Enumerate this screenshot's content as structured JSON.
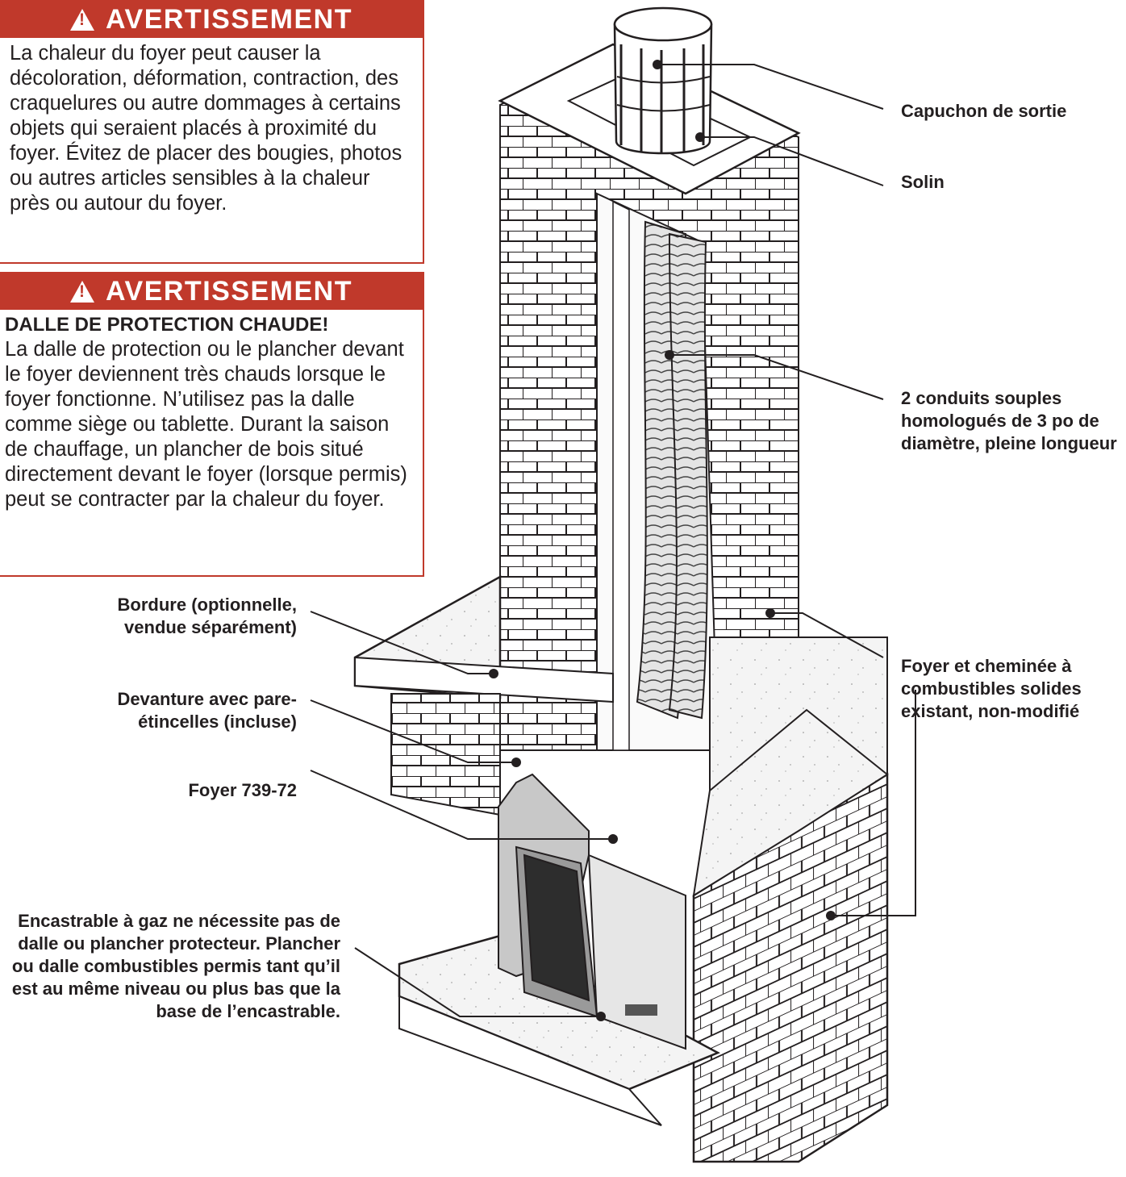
{
  "warning1": {
    "title": "AVERTISSEMENT",
    "icon": "warning-triangle-icon",
    "text": "La chaleur du foyer peut causer la décoloration, déformation, contraction, des craquelures ou autre dommages à certains objets qui seraient placés à proximité du foyer. Évitez de placer des bougies, photos ou autres articles sensibles à la chaleur près ou autour du foyer."
  },
  "warning2": {
    "title": "AVERTISSEMENT",
    "icon": "warning-triangle-icon",
    "subtitle": "DALLE DE PROTECTION CHAUDE!",
    "text": "La dalle de protection ou le plancher devant le foyer deviennent très chauds lorsque le foyer fonctionne. N’utilisez pas la dalle comme siège ou tablette. Durant la saison de chauffage, un plancher de bois situé directement devant le foyer (lorsque permis) peut se contracter par la chaleur du foyer."
  },
  "labels": {
    "cap": "Capuchon de sortie",
    "flashing": "Solin",
    "liners": "2 conduits souples homologués de 3 po de diamètre, pleine longueur",
    "chimney": "Foyer et cheminée à combustibles solides existant, non-modifié",
    "trim": "Bordure (optionnelle, vendue séparément)",
    "front": "Devanture avec pare-étincelles (incluse)",
    "fireplace": "Foyer 739-72",
    "hearth": "Encastrable à gaz ne nécessite pas de dalle ou plancher protecteur. Plancher ou dalle combustibles permis tant qu’il est au même niveau ou plus bas que la base de l’encastrable."
  },
  "colors": {
    "warning_red": "#c0392b",
    "text": "#231f20"
  }
}
